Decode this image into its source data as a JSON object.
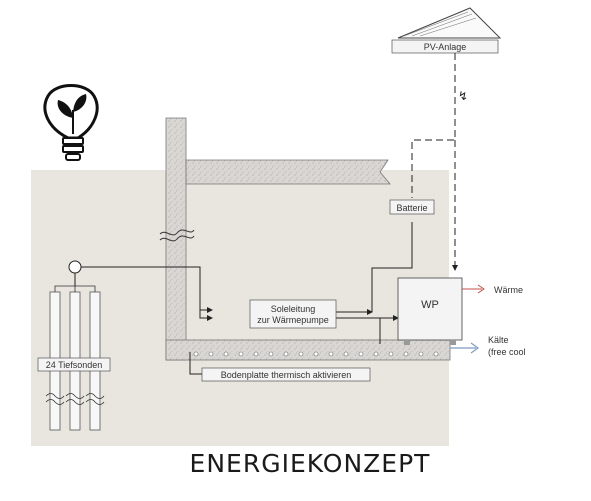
{
  "labels": {
    "pv": "PV-Anlage",
    "batterie": "Batterie",
    "wp": "WP",
    "waerme": "Wärme",
    "kaelte_1": "Kälte",
    "kaelte_2": "(free cool",
    "sole_1": "Soleleitung",
    "sole_2": "zur Wärmepumpe",
    "tiefsonden": "24 Tiefsonden",
    "bodenplatte": "Bodenplatte thermisch aktivieren",
    "title": "ENERGIEKONZEPT",
    "lightning": "↯"
  },
  "colors": {
    "ground": "#e9e5df",
    "concrete": "#d9d7d3",
    "line": "#222222",
    "waerme_arrow": "#c0504d",
    "kaelte_arrow": "#7f9cc3",
    "box_fill": "#f4f4f4"
  },
  "icons": {
    "bulb": "lightbulb-leaf-icon",
    "solar_panel": "solar-panel-icon"
  }
}
